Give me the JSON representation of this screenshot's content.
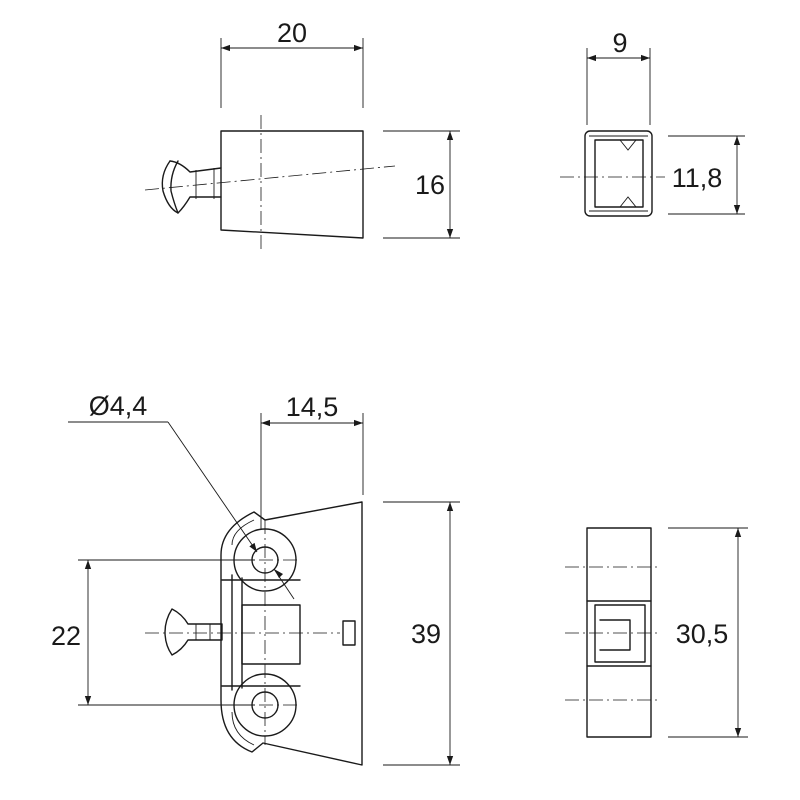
{
  "dimensions": {
    "side_width": "20",
    "side_height": "16",
    "end_width": "9",
    "end_height": "11,8",
    "hole_diameter": "Ø4,4",
    "front_depth": "14,5",
    "hole_spacing": "22",
    "front_height": "39",
    "rear_height": "30,5"
  }
}
